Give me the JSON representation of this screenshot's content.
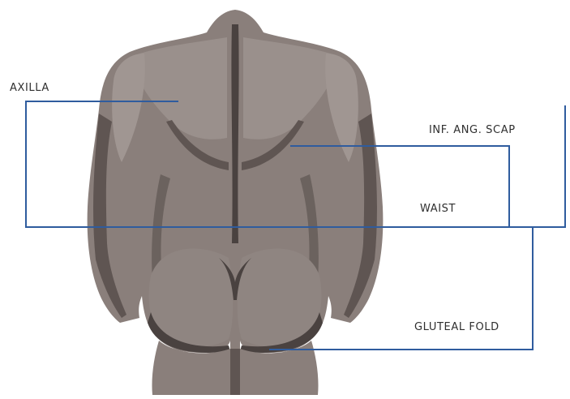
{
  "labels": {
    "axilla": "AXILLA",
    "inf_ang_scap": "INF. ANG. SCAP",
    "waist": "WAIST",
    "gluteal_fold": "GLUTEAL FOLD"
  },
  "colors": {
    "leader_line": "#2f5c9e",
    "skin_base": "#8a7f7b",
    "skin_light": "#a09692",
    "skin_dark": "#5f5552",
    "skin_shadow": "#4a4240",
    "background": "#ffffff"
  }
}
